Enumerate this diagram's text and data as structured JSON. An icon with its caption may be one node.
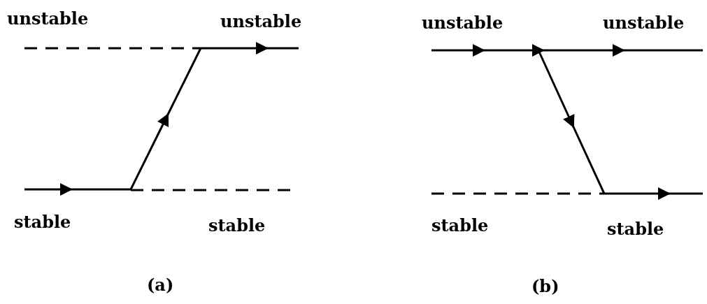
{
  "diagram": {
    "labels": [
      "unstable",
      "unstable",
      "stable",
      "stable",
      "(a)",
      "unstable",
      "unstable",
      "stable",
      "stable",
      "(b)"
    ]
  }
}
